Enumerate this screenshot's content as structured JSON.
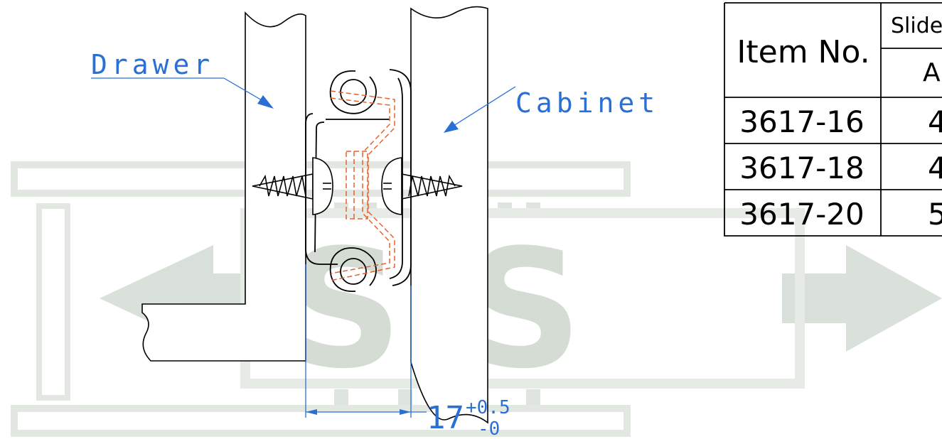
{
  "labels": {
    "drawer": "Drawer",
    "cabinet": "Cabinet"
  },
  "dimension": {
    "value": "17",
    "tol_plus": "+0.5",
    "tol_minus": "-0"
  },
  "table": {
    "header_item": "Item No.",
    "header_slide": "Slide",
    "header_a": "A(",
    "rows": [
      {
        "item": "3617-16",
        "a": "4"
      },
      {
        "item": "3617-18",
        "a": "4"
      },
      {
        "item": "3617-20",
        "a": "5"
      }
    ]
  },
  "watermark": {
    "text": "S.S",
    "color": "#c9d3c9"
  },
  "colors": {
    "line": "#000000",
    "annotation": "#2a6fd6",
    "hidden": "#e8602c"
  }
}
